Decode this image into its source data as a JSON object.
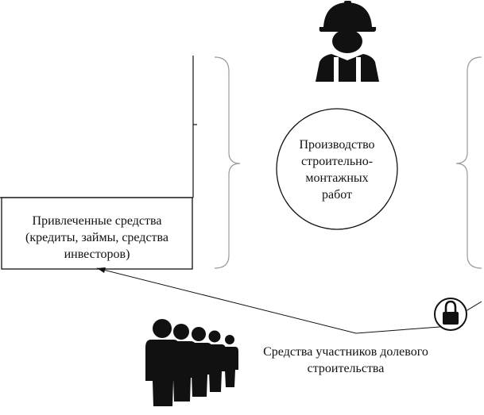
{
  "borrowed_funds": {
    "lines": [
      "Привлеченные средства",
      "(кредиты, займы, средства",
      "инвесторов)"
    ]
  },
  "production": {
    "lines": [
      "Производство",
      "строительно-",
      "монтажных",
      "работ"
    ]
  },
  "participants_funds": {
    "lines": [
      "Средства участников долевого",
      "строительства"
    ]
  },
  "icons": {
    "worker": "construction-worker-icon",
    "lock": "lock-icon",
    "people": "people-queue-icon"
  },
  "colors": {
    "ink": "#111111",
    "background": "#ffffff"
  }
}
